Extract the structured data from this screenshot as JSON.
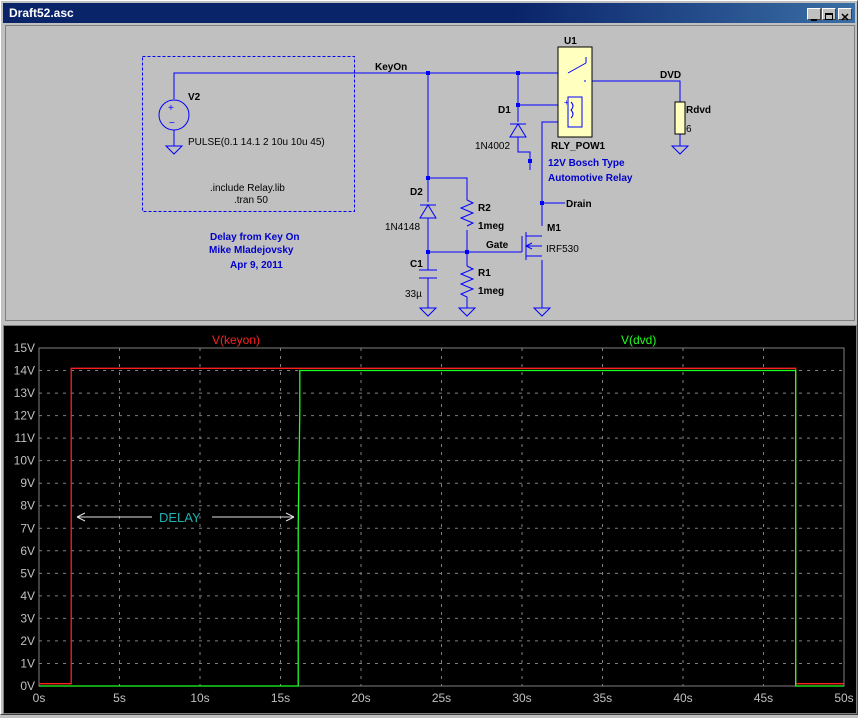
{
  "window": {
    "title": "Draft52.asc"
  },
  "schematic": {
    "v2_label": "V2",
    "v2_value": "PULSE(0.1 14.1 2 10u 10u 45)",
    "directive1": ".include Relay.lib",
    "directive2": ".tran 50",
    "keyon_label": "KeyOn",
    "u1_label": "U1",
    "dvd_label": "DVD",
    "d1_label": "D1",
    "d1_value": "1N4002",
    "relay_name": "RLY_POW1",
    "relay_desc1": "12V Bosch Type",
    "relay_desc2": "Automotive Relay",
    "rdvd_label": "Rdvd",
    "rdvd_value": "6",
    "drain_label": "Drain",
    "m1_label": "M1",
    "m1_value": "IRF530",
    "gate_label": "Gate",
    "d2_label": "D2",
    "d2_value": "1N4148",
    "r2_label": "R2",
    "r2_value": "1meg",
    "r1_label": "R1",
    "r1_value": "1meg",
    "c1_label": "C1",
    "c1_value": "33µ",
    "comment1": "Delay from Key On",
    "comment2": "Mike Mladejovsky",
    "comment3": "Apr 9, 2011"
  },
  "plot": {
    "trace1_name": "V(keyon)",
    "trace2_name": "V(dvd)",
    "annotation": "DELAY",
    "colors": {
      "keyon": "#ff2020",
      "dvd": "#20ff20",
      "annotation": "#20b0b0"
    }
  },
  "chart_data": {
    "type": "line",
    "xlabel": "",
    "ylabel": "",
    "xlim": [
      0,
      50
    ],
    "ylim": [
      0,
      15
    ],
    "x_ticks": [
      "0s",
      "5s",
      "10s",
      "15s",
      "20s",
      "25s",
      "30s",
      "35s",
      "40s",
      "45s",
      "50s"
    ],
    "y_ticks": [
      "0V",
      "1V",
      "2V",
      "3V",
      "4V",
      "5V",
      "6V",
      "7V",
      "8V",
      "9V",
      "10V",
      "11V",
      "12V",
      "13V",
      "14V",
      "15V"
    ],
    "grid": true,
    "series": [
      {
        "name": "V(keyon)",
        "x": [
          0,
          2,
          2,
          47,
          47,
          50
        ],
        "y": [
          0.1,
          0.1,
          14.1,
          14.1,
          0.1,
          0.1
        ]
      },
      {
        "name": "V(dvd)",
        "x": [
          0,
          16.1,
          16.1,
          16.2,
          16.2,
          47,
          47,
          50
        ],
        "y": [
          0,
          0,
          7.1,
          12.2,
          14.0,
          14.0,
          0,
          0
        ]
      }
    ]
  }
}
